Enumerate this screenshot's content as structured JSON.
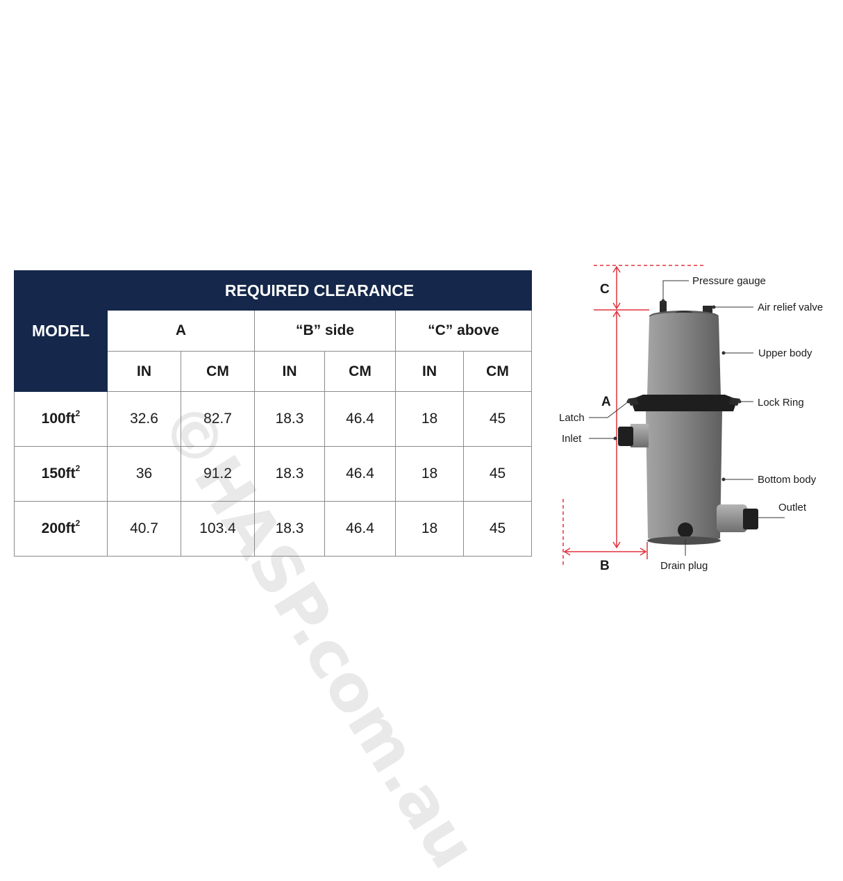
{
  "table": {
    "header": {
      "model": "MODEL",
      "required_clearance": "REQUIRED CLEARANCE",
      "groups": [
        "A",
        "“B” side",
        "“C” above"
      ],
      "units": [
        "IN",
        "CM",
        "IN",
        "CM",
        "IN",
        "CM"
      ]
    },
    "rows": [
      {
        "model": "100ft",
        "sup": "2",
        "values": [
          "32.6",
          "82.7",
          "18.3",
          "46.4",
          "18",
          "45"
        ]
      },
      {
        "model": "150ft",
        "sup": "2",
        "values": [
          "36",
          "91.2",
          "18.3",
          "46.4",
          "18",
          "45"
        ]
      },
      {
        "model": "200ft",
        "sup": "2",
        "values": [
          "40.7",
          "103.4",
          "18.3",
          "46.4",
          "18",
          "45"
        ]
      }
    ]
  },
  "diagram": {
    "dims": {
      "a": "A",
      "b": "B",
      "c": "C"
    },
    "labels": {
      "pressure_gauge": "Pressure gauge",
      "air_relief_valve": "Air relief valve",
      "upper_body": "Upper body",
      "lock_ring": "Lock Ring",
      "latch": "Latch",
      "inlet": "Inlet",
      "bottom_body": "Bottom body",
      "outlet": "Outlet",
      "drain_plug": "Drain plug"
    },
    "colors": {
      "dimension_line": "#e0323c",
      "body": "#8c8c8c",
      "ring": "#1e1e1e"
    }
  },
  "watermark": "©HASP.com.au",
  "colors": {
    "header_bg": "#15274a",
    "header_text": "#ffffff"
  }
}
